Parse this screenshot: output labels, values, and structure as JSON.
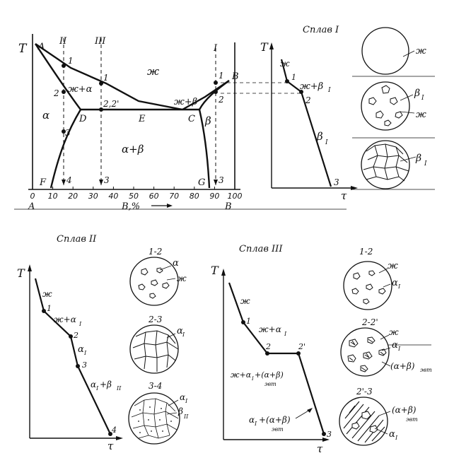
{
  "phase_diagram": {
    "y_axis": "T",
    "x_end_left": "A",
    "x_end_right": "B",
    "x_label": "B,%",
    "x_ticks": [
      "0",
      "10",
      "20",
      "30",
      "40",
      "50",
      "60",
      "70",
      "80",
      "90",
      "100"
    ],
    "points": {
      "A": "A",
      "B": "B",
      "C": "C",
      "D": "D",
      "E": "E",
      "F": "F",
      "G": "G"
    },
    "alloys": [
      "II",
      "III",
      "I"
    ],
    "regions": {
      "liquid": "ж",
      "liq_alpha": "ж+α",
      "liq_beta": "ж+β",
      "alpha": "α",
      "beta": "β",
      "alpha_beta": "α+β"
    },
    "marks": {
      "I_1": "1",
      "I_2": "2",
      "I_3": "3",
      "II_1": "1",
      "II_2": "2",
      "II_3": "3",
      "II_4": "4",
      "III_1": "1",
      "III_22": "2,2'",
      "III_3": "3"
    }
  },
  "alloy1": {
    "title": "Сплав I",
    "y_axis": "T",
    "x_axis": "τ",
    "labels": {
      "liquid": "ж",
      "liq_beta": "ж+β",
      "liq_beta_sub": "I",
      "beta": "β",
      "beta_sub": "I"
    },
    "marks": [
      "1",
      "2",
      "3"
    ],
    "micro": [
      {
        "phases": [
          "ж"
        ]
      },
      {
        "phases": [
          "β",
          "I",
          "ж"
        ]
      },
      {
        "phases": [
          "β",
          "I"
        ]
      }
    ]
  },
  "alloy2": {
    "title": "Сплав II",
    "y_axis": "T",
    "x_axis": "τ",
    "labels": {
      "liquid": "ж",
      "liq_alpha": "ж+α",
      "liq_alpha_sub": "I",
      "alpha": "α",
      "alpha_sub": "I",
      "alpha_beta": "α",
      "alpha_beta_sub1": "I",
      "alpha_beta_mid": "+β",
      "alpha_beta_sub2": "II"
    },
    "marks": [
      "1",
      "2",
      "3",
      "4"
    ],
    "micro": [
      {
        "caption": "1-2",
        "phases": [
          "α",
          "ж"
        ]
      },
      {
        "caption": "2-3",
        "phases": [
          "α",
          "I"
        ]
      },
      {
        "caption": "3-4",
        "phases": [
          "α",
          "I",
          "β",
          "II"
        ]
      }
    ]
  },
  "alloy3": {
    "title": "Сплав III",
    "y_axis": "T",
    "x_axis": "τ",
    "labels": {
      "liquid": "ж",
      "liq_alpha": "ж+α",
      "liq_alpha_sub": "I",
      "eut": "ж+α",
      "eut_sub": "I",
      "eut_rest": "+(α+β)",
      "eut_sub2": "эвт",
      "after": "α",
      "after_sub": "I",
      "after_rest": "+(α+β)",
      "after_sub2": "эвт"
    },
    "marks": [
      "1",
      "2",
      "2'",
      "3"
    ],
    "micro": [
      {
        "caption": "1-2",
        "phases": [
          "ж",
          "α",
          "I"
        ]
      },
      {
        "caption": "2-2'",
        "phases": [
          "ж",
          "α",
          "I",
          "(α+β)",
          "эвт"
        ]
      },
      {
        "caption": "2'-3",
        "phases": [
          "(α+β)",
          "эвт",
          "α",
          "I"
        ]
      }
    ]
  }
}
